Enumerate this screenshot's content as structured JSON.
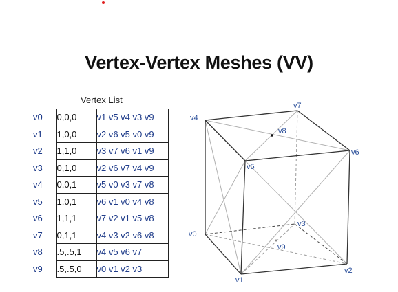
{
  "title": "Vertex-Vertex Meshes (VV)",
  "vertex_list": {
    "label": "Vertex List",
    "rows": [
      {
        "name": "v0",
        "coord": "0,0,0",
        "adj": "v1 v5 v4 v3 v9"
      },
      {
        "name": "v1",
        "coord": "1,0,0",
        "adj": "v2 v6 v5 v0 v9"
      },
      {
        "name": "v2",
        "coord": "1,1,0",
        "adj": "v3 v7 v6 v1 v9"
      },
      {
        "name": "v3",
        "coord": "0,1,0",
        "adj": "v2 v6 v7 v4 v9"
      },
      {
        "name": "v4",
        "coord": "0,0,1",
        "adj": "v5 v0 v3 v7 v8"
      },
      {
        "name": "v5",
        "coord": "1,0,1",
        "adj": "v6 v1 v0 v4 v8"
      },
      {
        "name": "v6",
        "coord": "1,1,1",
        "adj": "v7 v2 v1 v5 v8"
      },
      {
        "name": "v7",
        "coord": "0,1,1",
        "adj": "v4 v3 v2 v6 v8"
      },
      {
        "name": "v8",
        "coord": ".5,.5,1",
        "adj": "v4 v5 v6 v7"
      },
      {
        "name": "v9",
        "coord": ".5,.5,0",
        "adj": "v0 v1 v2 v3"
      }
    ]
  },
  "cube_labels": {
    "v0": "v0",
    "v1": "v1",
    "v2": "v2",
    "v3": "v3",
    "v4": "v4",
    "v5": "v5",
    "v6": "v6",
    "v7": "v7",
    "v8": "v8",
    "v9": "v9"
  },
  "colors": {
    "label_blue": "#2b4f9a",
    "edge_front": "#333333",
    "edge_face": "#aaaaaa"
  }
}
